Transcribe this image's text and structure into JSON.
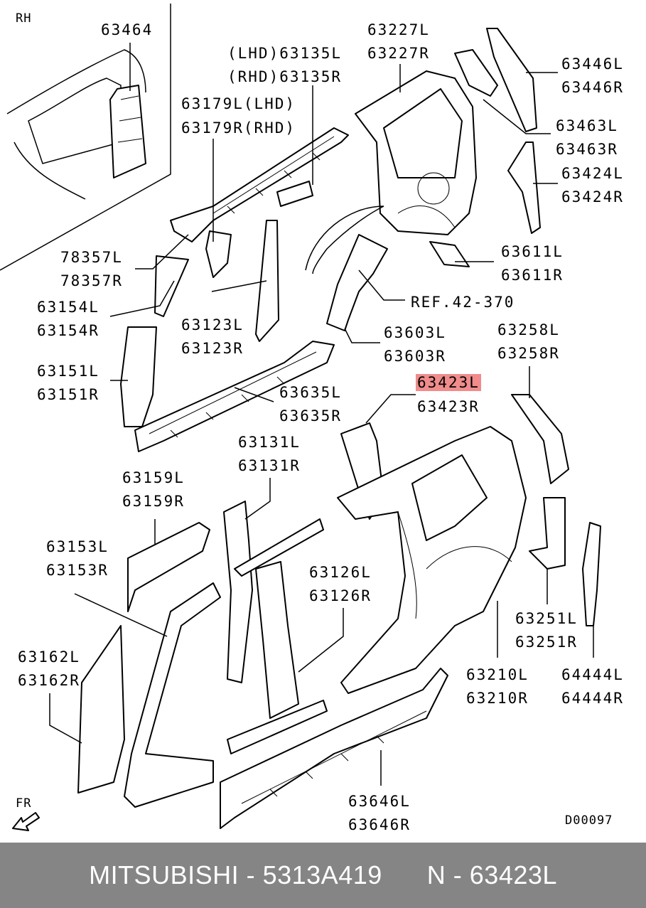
{
  "corner_label": "RH",
  "diagram_code": "D00097",
  "direction_label": "FR",
  "reference_label": "REF.42-370",
  "highlight_color": "#f08c8c",
  "footer_color": "#858585",
  "parts": {
    "p63464": "63464",
    "p63227L": "63227L",
    "p63227R": "63227R",
    "p63135L": "(LHD)63135L",
    "p63135R": "(RHD)63135R",
    "p63179L": "63179L(LHD)",
    "p63179R": "63179R(RHD)",
    "p63446L": "63446L",
    "p63446R": "63446R",
    "p63463L": "63463L",
    "p63463R": "63463R",
    "p63424L": "63424L",
    "p63424R": "63424R",
    "p78357L": "78357L",
    "p78357R": "78357R",
    "p63611L": "63611L",
    "p63611R": "63611R",
    "p63154L": "63154L",
    "p63154R": "63154R",
    "p63123L": "63123L",
    "p63123R": "63123R",
    "p63603L": "63603L",
    "p63603R": "63603R",
    "p63258L": "63258L",
    "p63258R": "63258R",
    "p63151L": "63151L",
    "p63151R": "63151R",
    "p63635L": "63635L",
    "p63635R": "63635R",
    "p63423L": "63423L",
    "p63423R": "63423R",
    "p63131L": "63131L",
    "p63131R": "63131R",
    "p63159L": "63159L",
    "p63159R": "63159R",
    "p63153L": "63153L",
    "p63153R": "63153R",
    "p63126L": "63126L",
    "p63126R": "63126R",
    "p63251L": "63251L",
    "p63251R": "63251R",
    "p63162L": "63162L",
    "p63162R": "63162R",
    "p63210L": "63210L",
    "p63210R": "63210R",
    "p64444L": "64444L",
    "p64444R": "64444R",
    "p63646L": "63646L",
    "p63646R": "63646R"
  },
  "footer": {
    "brand": "MITSUBISHI",
    "part_number": "5313A419",
    "ref": "N - 63423L",
    "text": "MITSUBISHI - 5313A419      N - 63423L"
  }
}
